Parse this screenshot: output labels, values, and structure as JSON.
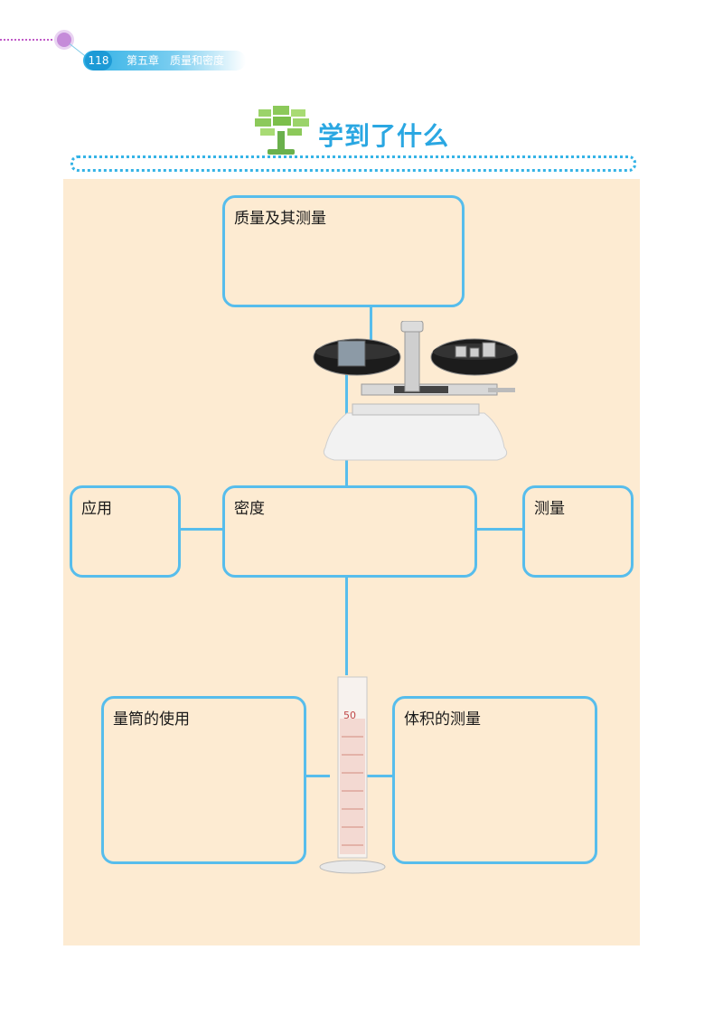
{
  "header": {
    "page_number": "118",
    "chapter": "第五章　质量和密度"
  },
  "title": "学到了什么",
  "boxes": {
    "mass": "质量及其测量",
    "density": "密度",
    "application": "应用",
    "measurement": "测量",
    "cylinder_use": "量筒的使用",
    "volume": "体积的测量"
  },
  "colors": {
    "accent": "#57bdec",
    "panel": "#fdebd2",
    "title": "#2aa7e2"
  }
}
